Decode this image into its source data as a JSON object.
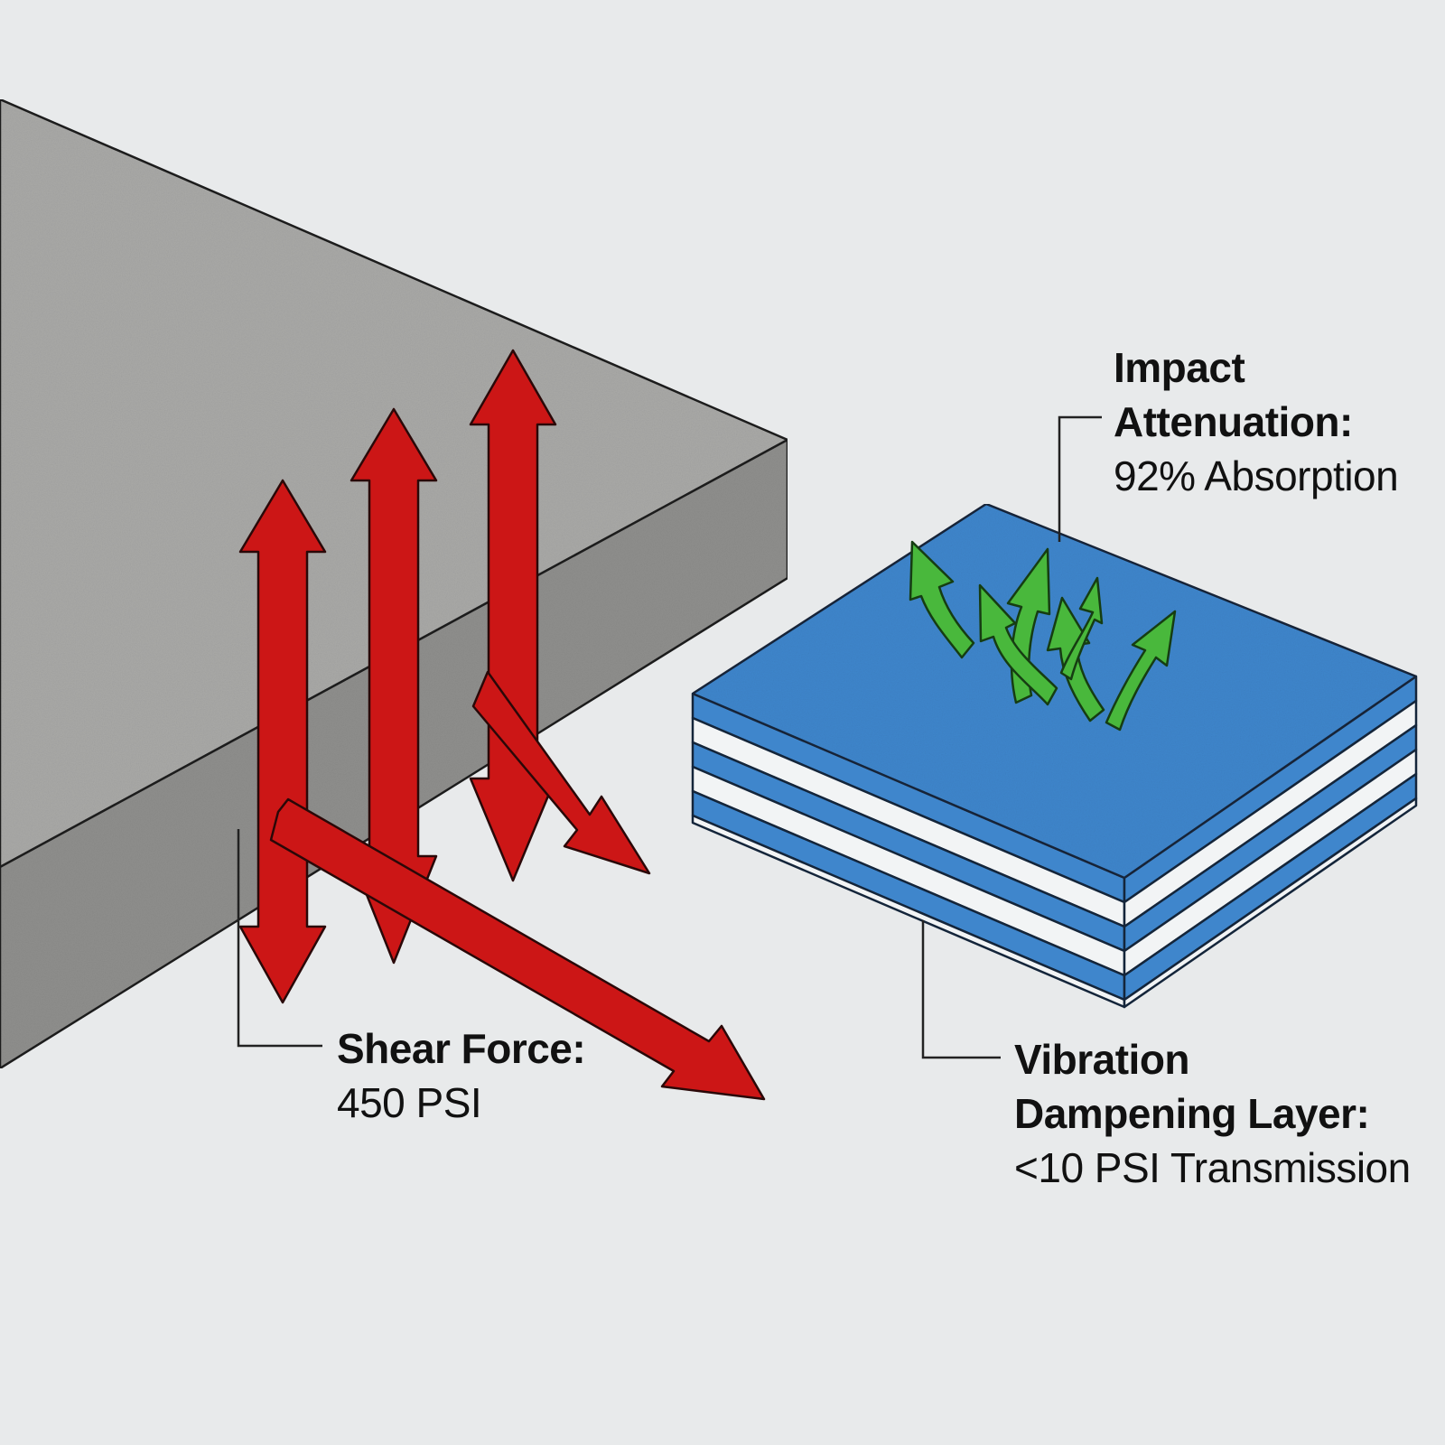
{
  "callouts": {
    "impact": {
      "title_line1": "Impact",
      "title_line2": "Attenuation:",
      "value": "92% Absorption"
    },
    "shear": {
      "title": "Shear Force:",
      "value": "450 PSI"
    },
    "vibration": {
      "title_line1": "Vibration",
      "title_line2": "Dampening Layer:",
      "value": "<10 PSI Transmission"
    }
  },
  "colors": {
    "background": "#e8eaeb",
    "concrete_top": "#a9a9a7",
    "concrete_side": "#8f8f8d",
    "force_arrow": "#cc1616",
    "absorption_arrow": "#49b83c",
    "pad_blue": "#3f86cc",
    "pad_white": "#f2f4f5",
    "leader_line": "#222222"
  },
  "icons": {
    "concrete_slab": "concrete-slab-icon",
    "shear_arrows": "shear-force-arrows",
    "pad": "layered-pad-icon",
    "absorption_arrows": "absorption-arrows"
  }
}
